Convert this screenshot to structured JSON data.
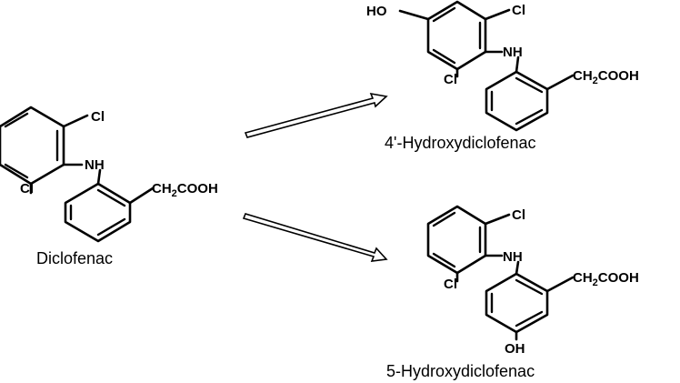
{
  "atoms": {
    "cl": "Cl",
    "nh": "NH",
    "sub": "2",
    "ch": "CH",
    "cooh": "COOH",
    "ho": "HO",
    "oh": "OH"
  },
  "captions": {
    "diclofenac": "Diclofenac",
    "hydroxy4": "4'-Hydroxydiclofenac",
    "hydroxy5": "5-Hydroxydiclofenac"
  }
}
